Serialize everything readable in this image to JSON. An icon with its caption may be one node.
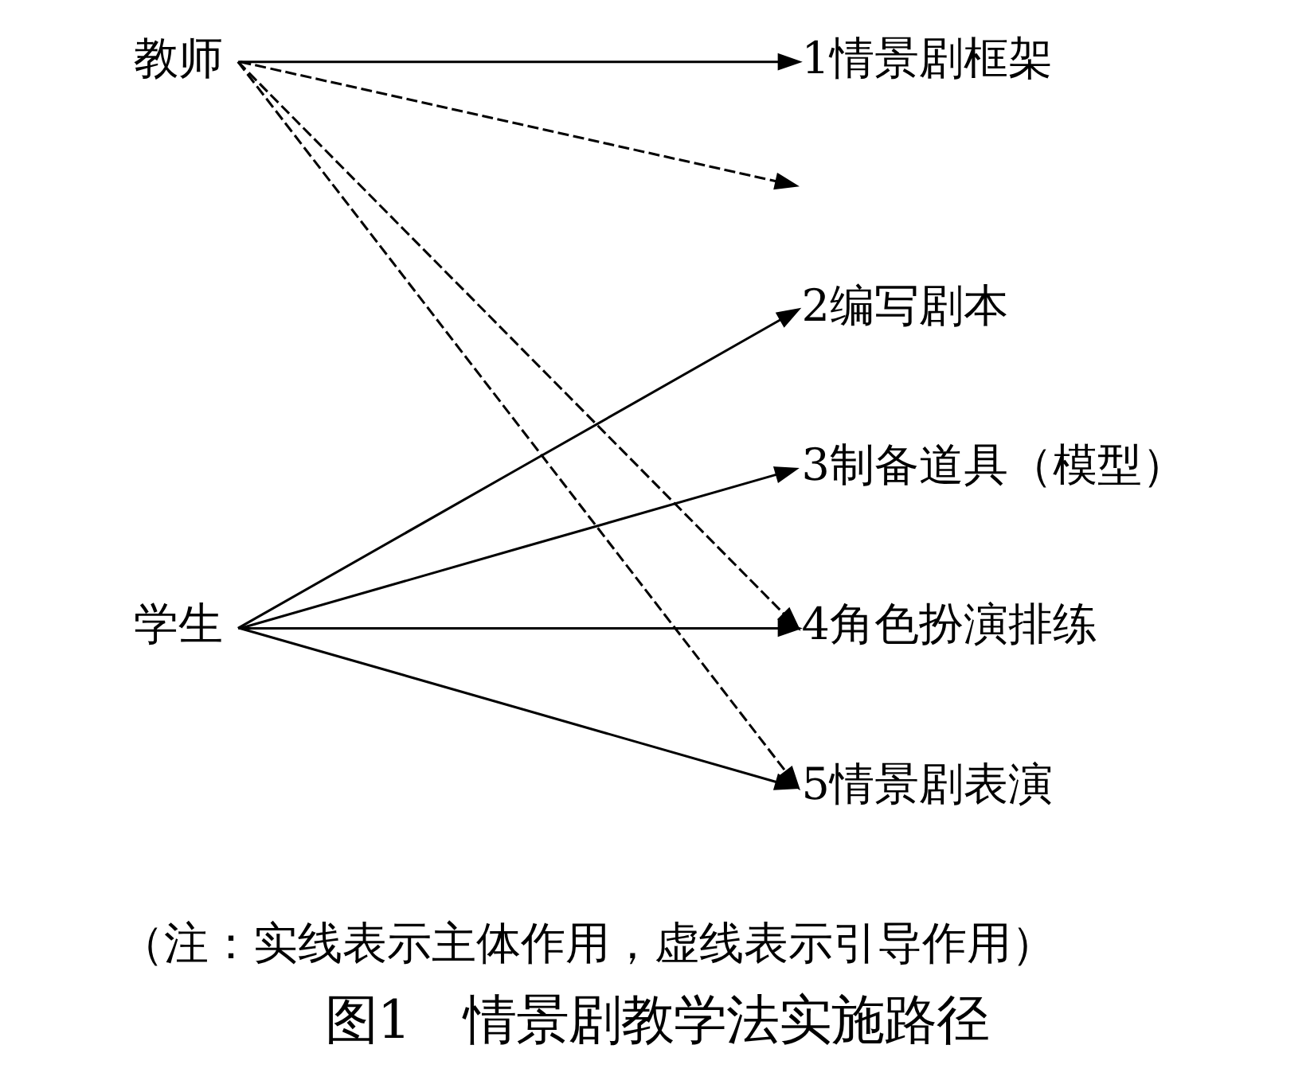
{
  "diagram": {
    "caption": "图1　情景剧教学法实施路径",
    "nodes": [
      {
        "text": [
          "教师"
        ]
      },
      {
        "text": [
          "1情景剧框架"
        ]
      },
      {
        "text": [
          "2编写剧本"
        ]
      },
      {
        "text": [
          "3制备道具（模型）"
        ]
      },
      {
        "text": [
          "学生"
        ]
      },
      {
        "text": [
          "4角色扮演排练"
        ]
      },
      {
        "text": [
          "5情景剧表演"
        ]
      }
    ],
    "edges": [
      {
        "from": 0,
        "to": 1,
        "arrow": "to"
      },
      {
        "from": 0,
        "to": null,
        "arrow": "to",
        "style": "dashed"
      },
      {
        "from": 0,
        "to": 5,
        "arrow": "to",
        "style": "dashed"
      },
      {
        "from": 0,
        "to": 6,
        "arrow": "to",
        "style": "dashed"
      },
      {
        "from": 4,
        "to": 2,
        "arrow": "to"
      },
      {
        "from": 4,
        "to": 3,
        "arrow": "to"
      },
      {
        "from": 4,
        "to": 5,
        "arrow": "to"
      },
      {
        "from": 4,
        "to": 6,
        "arrow": "to"
      }
    ],
    "labels": [
      "（注：实线表示主体作用，虚线表示引导作用）"
    ]
  }
}
